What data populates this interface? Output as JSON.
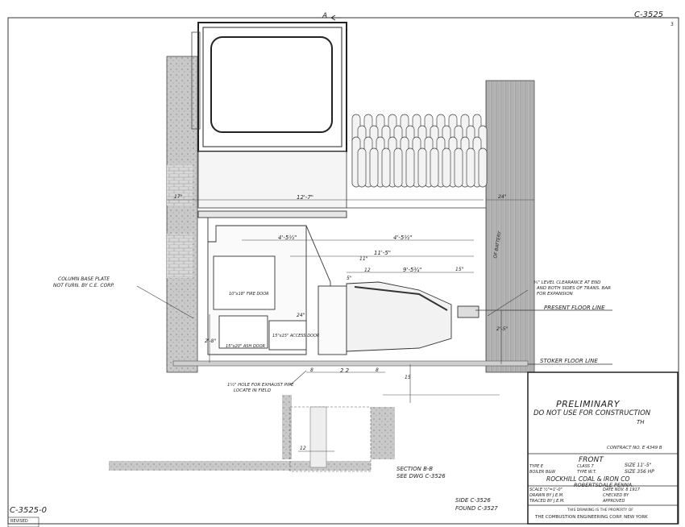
{
  "sheet": {
    "number_top": "C-3525",
    "number_bottom": "C-3525-0",
    "revised_label": "REVISED",
    "section_marker": "A",
    "page_mark": "3"
  },
  "dimensions": {
    "left_wall": "17\"",
    "top_span": "12'-7\"",
    "right_wall": "24\"",
    "dim_4_5_left": "4'-5½\"",
    "dim_4_5_right": "4'-5½\"",
    "dim_11_5": "11'-5\"",
    "dim_11": "11\"",
    "dim_12": "12",
    "dim_9_5": "9'-5¾\"",
    "dim_15": "15\"",
    "dim_5": "5\"",
    "dim_24": "24\"",
    "dim_2_8": "2'-8\"",
    "dim_8a": "8",
    "dim_2_2": "2 2",
    "dim_8b": "8",
    "dim_15v": "15",
    "dim_2_5": "2'-5\"",
    "dim_12b": "12"
  },
  "labels": {
    "column_base": "COLUMN BASE PLATE",
    "column_base_2": "NOT FURN. BY C.E. CORP.",
    "clearance_1": "¾\" LEVEL CLEARANCE AT END",
    "clearance_2": "AND BOTH SIDES OF TRANS. BAR",
    "clearance_3": "FOR EXPANSION",
    "present_floor": "PRESENT FLOOR LINE",
    "stoker_floor": "STOKER FLOOR LINE",
    "fire_door": "10\"x18\" FIRE DOOR",
    "ash_door": "15\"x20\" ASH DOOR",
    "access_door": "15\"x15\" ACCESS DOOR",
    "exhaust_1": "1½\" HOLE FOR EXHAUST PIPE",
    "exhaust_2": "LOCATE IN FIELD",
    "section": "SECTION B-B",
    "see_dwg": "SEE DWG C-3526",
    "side": "SIDE C-3526",
    "found": "FOUND C-3527",
    "battery_label": "OF BATTERY"
  },
  "title_block": {
    "preliminary": "PRELIMINARY",
    "do_not_use": "DO NOT USE FOR CONSTRUCTION",
    "initials": "TH",
    "contract": "CONTRACT NO. E 4349 B",
    "view": "FRONT",
    "type": "TYPE E",
    "class": "CLASS 7",
    "size": "SIZE 11'-5\"",
    "boiler": "BOILER B&W",
    "type2": "TYPE W.T.",
    "size2": "SIZE 356 HP",
    "client": "ROCKHILL COAL & IRON CO",
    "location": "ROBERTSDALE PENNA.",
    "scale": "SCALE ½\"=1'-0\"",
    "date": "DATE NOV. 8 1917",
    "drawn": "DRAWN BY J.E.M.",
    "checked": "CHECKED BY",
    "traced": "TRACED BY J.E.M.",
    "approved": "APPROVED",
    "property": "THIS DRAWING IS THE PROPERTY OF",
    "company": "THE COMBUSTION ENGINEERING CORP. NEW YORK"
  }
}
